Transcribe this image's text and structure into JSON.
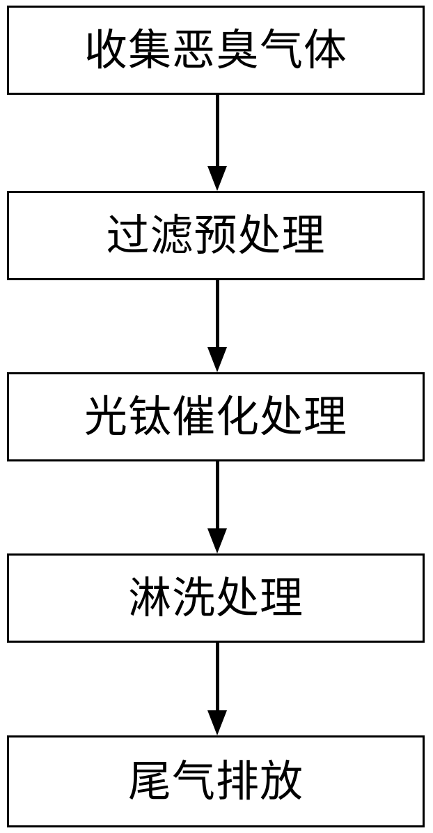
{
  "flowchart": {
    "steps": [
      {
        "label": "收集恶臭气体"
      },
      {
        "label": "过滤预处理"
      },
      {
        "label": "光钛催化处理"
      },
      {
        "label": "淋洗处理"
      },
      {
        "label": "尾气排放"
      }
    ],
    "line_color": "#000000",
    "background": "#ffffff"
  }
}
